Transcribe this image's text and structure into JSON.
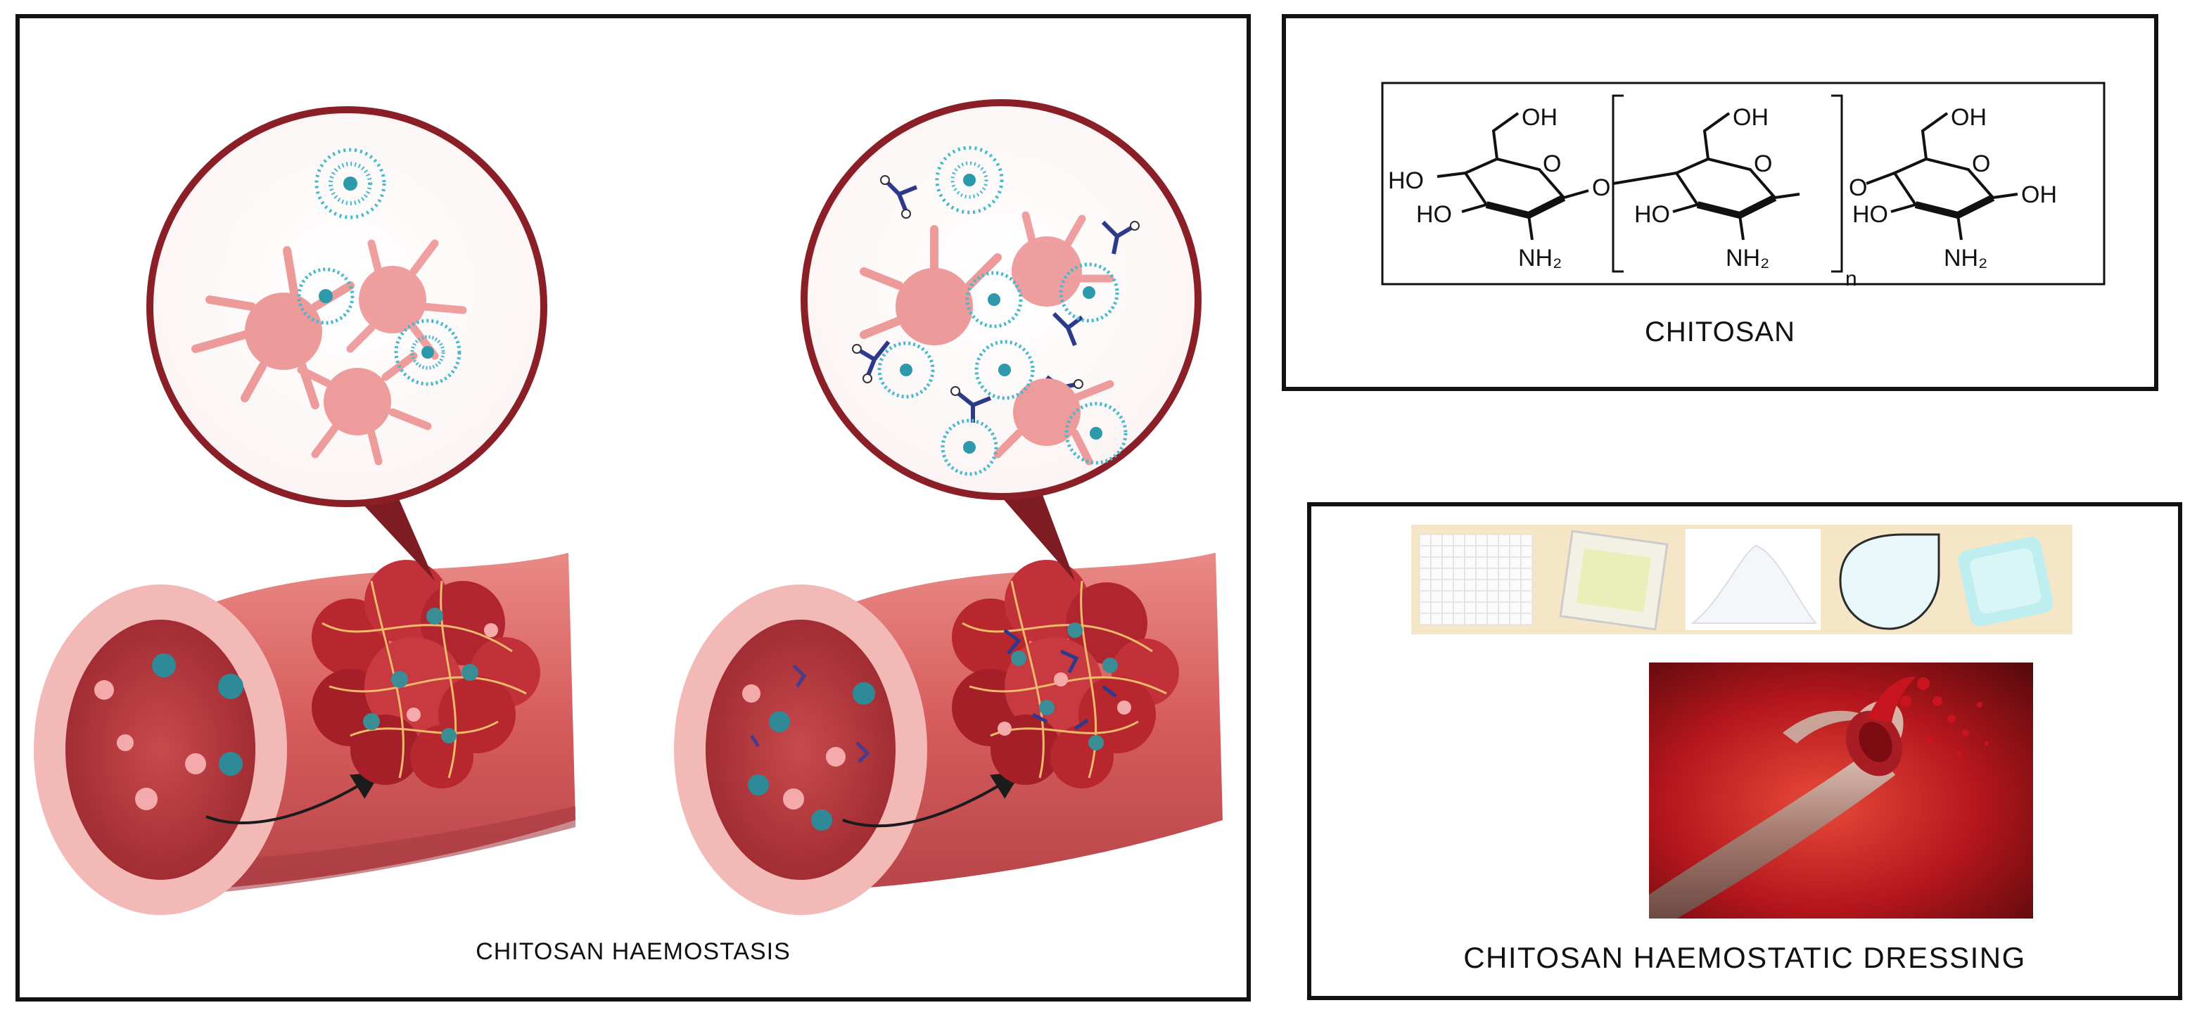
{
  "colors": {
    "vessel_red": "#c9484a",
    "blood": "#b5303a",
    "platelet": "#f0a5a5",
    "chitosan_particle": "#3fb7c9",
    "polymer_chain": "#2d3a8c",
    "frame": "#111111"
  },
  "panels": {
    "haemostasis": {
      "caption": "CHITOSAN HAEMOSTASIS"
    },
    "chitosan": {
      "caption": "CHITOSAN",
      "structure": {
        "oh": "OH",
        "ho": "HO",
        "nh2": "NH₂",
        "o": "O",
        "n": "n"
      }
    },
    "dressing": {
      "caption": "CHITOSAN HAEMOSTATIC DRESSING"
    }
  }
}
